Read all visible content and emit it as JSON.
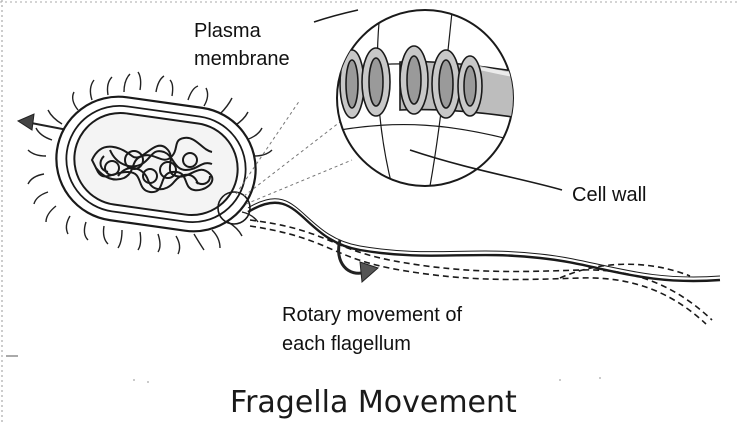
{
  "diagram": {
    "labels": {
      "plasma_membrane_line1": "Plasma",
      "plasma_membrane_line2": "membrane",
      "cell_wall": "Cell wall",
      "rotary_line1": "Rotary movement of",
      "rotary_line2": "each flagellum"
    },
    "caption": "Fragella Movement"
  }
}
